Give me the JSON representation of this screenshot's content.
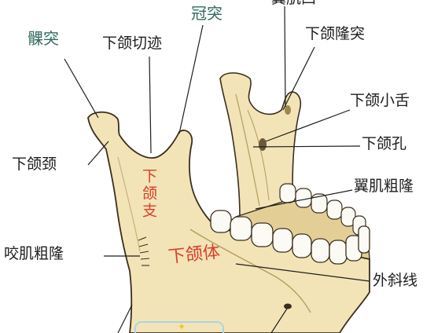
{
  "labels": {
    "top_cut": "翼肌凹",
    "condylar_process": "髁突",
    "coronoid_process": "冠突",
    "mandibular_notch": "下颌切迹",
    "mandibular_torus": "下颌隆突",
    "lingula": "下颌小舌",
    "mandibular_foramen": "下颌孔",
    "pterygoid_tuberosity": "翼肌粗隆",
    "mandibular_neck": "下颌颈",
    "ramus": "下颌支",
    "masseteric_tuberosity": "咬肌粗隆",
    "mandibular_body": "下颌体",
    "external_oblique_line": "外斜线"
  },
  "colors": {
    "teal_label": "#2f6b5f",
    "red_label": "#d9402f",
    "bone": "#f2e4b6",
    "bone_shade": "#e3cf96",
    "outline": "#3a2e1e",
    "tooth": "#fbfaf4"
  }
}
